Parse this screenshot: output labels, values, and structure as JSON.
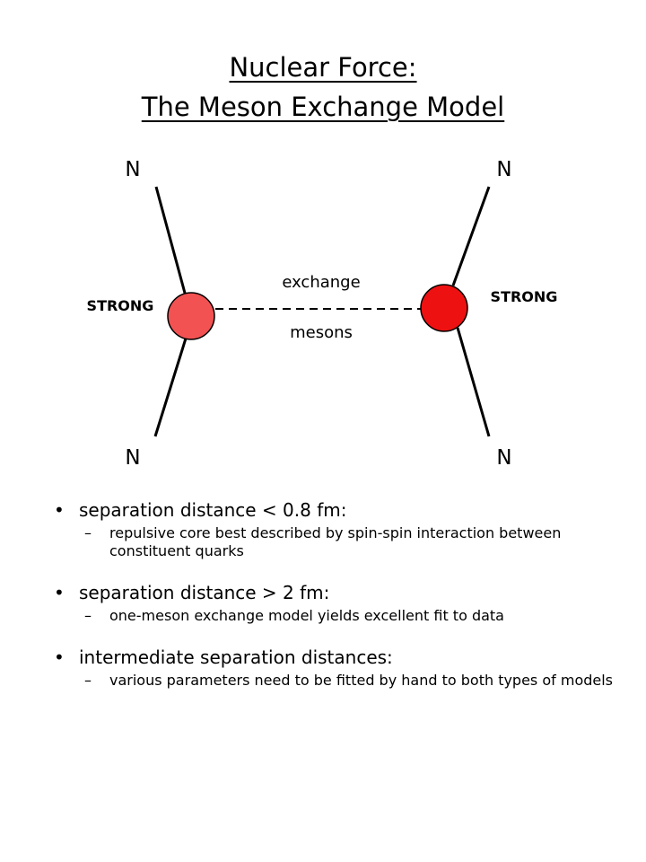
{
  "title": {
    "line1": "Nuclear Force:",
    "line2": "The Meson Exchange Model"
  },
  "diagram": {
    "nucleon_label": "N",
    "left_vertex_label": "STRONG",
    "right_vertex_label": "STRONG",
    "exchange_label_top": "exchange",
    "exchange_label_bottom": "mesons",
    "colors": {
      "left_vertex": "#f25252",
      "right_vertex": "#ee1111",
      "lines": "#000000"
    }
  },
  "bullets": [
    {
      "text": "separation distance  <  0.8 fm:",
      "sub": "repulsive core best described by spin-spin interaction between constituent quarks"
    },
    {
      "text": "separation distance  >  2 fm:",
      "sub": "one-meson exchange model yields excellent fit to data"
    },
    {
      "text": "intermediate separation distances:",
      "sub": "various parameters need to be fitted by hand to both types of models"
    }
  ],
  "symbols": {
    "bullet": "•",
    "dash": "–"
  }
}
